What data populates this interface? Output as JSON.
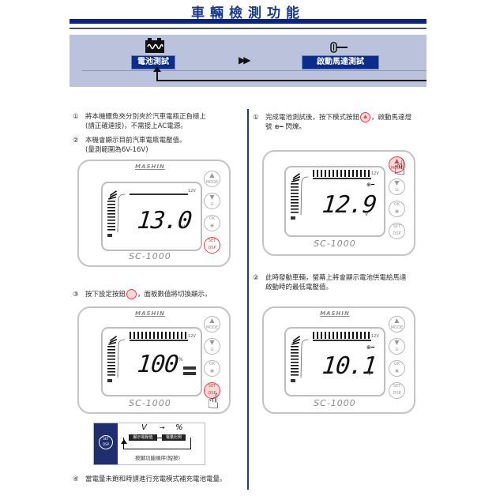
{
  "header": {
    "title": "車輛檢測功能",
    "accent_color": "#0a2384"
  },
  "flow": {
    "step1": {
      "icon": "battery-icon",
      "label": "電池測試"
    },
    "arrow": "▶▶",
    "step2": {
      "icon": "key-icon",
      "label": "啟動馬達測試"
    }
  },
  "left": {
    "steps": [
      {
        "num": "①",
        "lines": [
          "將本機鱷魚夾分別夾於汽車電瓶正負極上",
          "(請正確連接)，不需接上AC電源。"
        ]
      },
      {
        "num": "②",
        "lines": [
          "本機會顯示目前汽車電瓶電壓值。",
          "(量測範圍為6V-16V)"
        ]
      },
      {
        "num": "③",
        "text_before": "按下設定按鈕",
        "text_after": "，面板數值將切換顯示。"
      },
      {
        "num": "④",
        "lines": [
          "當電量未飽和時請進行充電模式補充電池電量。"
        ]
      }
    ],
    "device1": {
      "brand": "MASHIN",
      "model": "SC-1000",
      "reading": "13.0",
      "unit": "V",
      "voltage_label": "12V"
    },
    "device2": {
      "brand": "MASHIN",
      "model": "SC-1000",
      "reading": "100",
      "unit": "%",
      "voltage_label": "12V"
    },
    "legend": {
      "top_left": "V",
      "top_arrow": "→",
      "top_right": "%",
      "chip1": "顯示電壓值",
      "chip2": "電量比例",
      "caption": "按鍵功能順序(短按)"
    }
  },
  "right": {
    "steps": [
      {
        "num": "①",
        "text_before": "完成電池測試後，按下模式按鈕",
        "text_after": "，啟動馬達燈",
        "line2_before": "號",
        "line2_after": "閃爍。"
      },
      {
        "num": "②",
        "lines": [
          "此時發動車輛，螢幕上將會顯示電池供電給馬達",
          "啟動時的最低電壓值。"
        ]
      }
    ],
    "device1": {
      "brand": "MASHIN",
      "model": "SC-1000",
      "reading": "12.9",
      "unit": "V",
      "voltage_label": "12V"
    },
    "device2": {
      "brand": "MASHIN",
      "model": "SC-1000",
      "reading": "10.1",
      "unit": "V",
      "voltage_label": "12V"
    }
  },
  "buttons": {
    "mode": "MODE",
    "ok": "OK",
    "set": "SET",
    "dsp": "DSP"
  }
}
